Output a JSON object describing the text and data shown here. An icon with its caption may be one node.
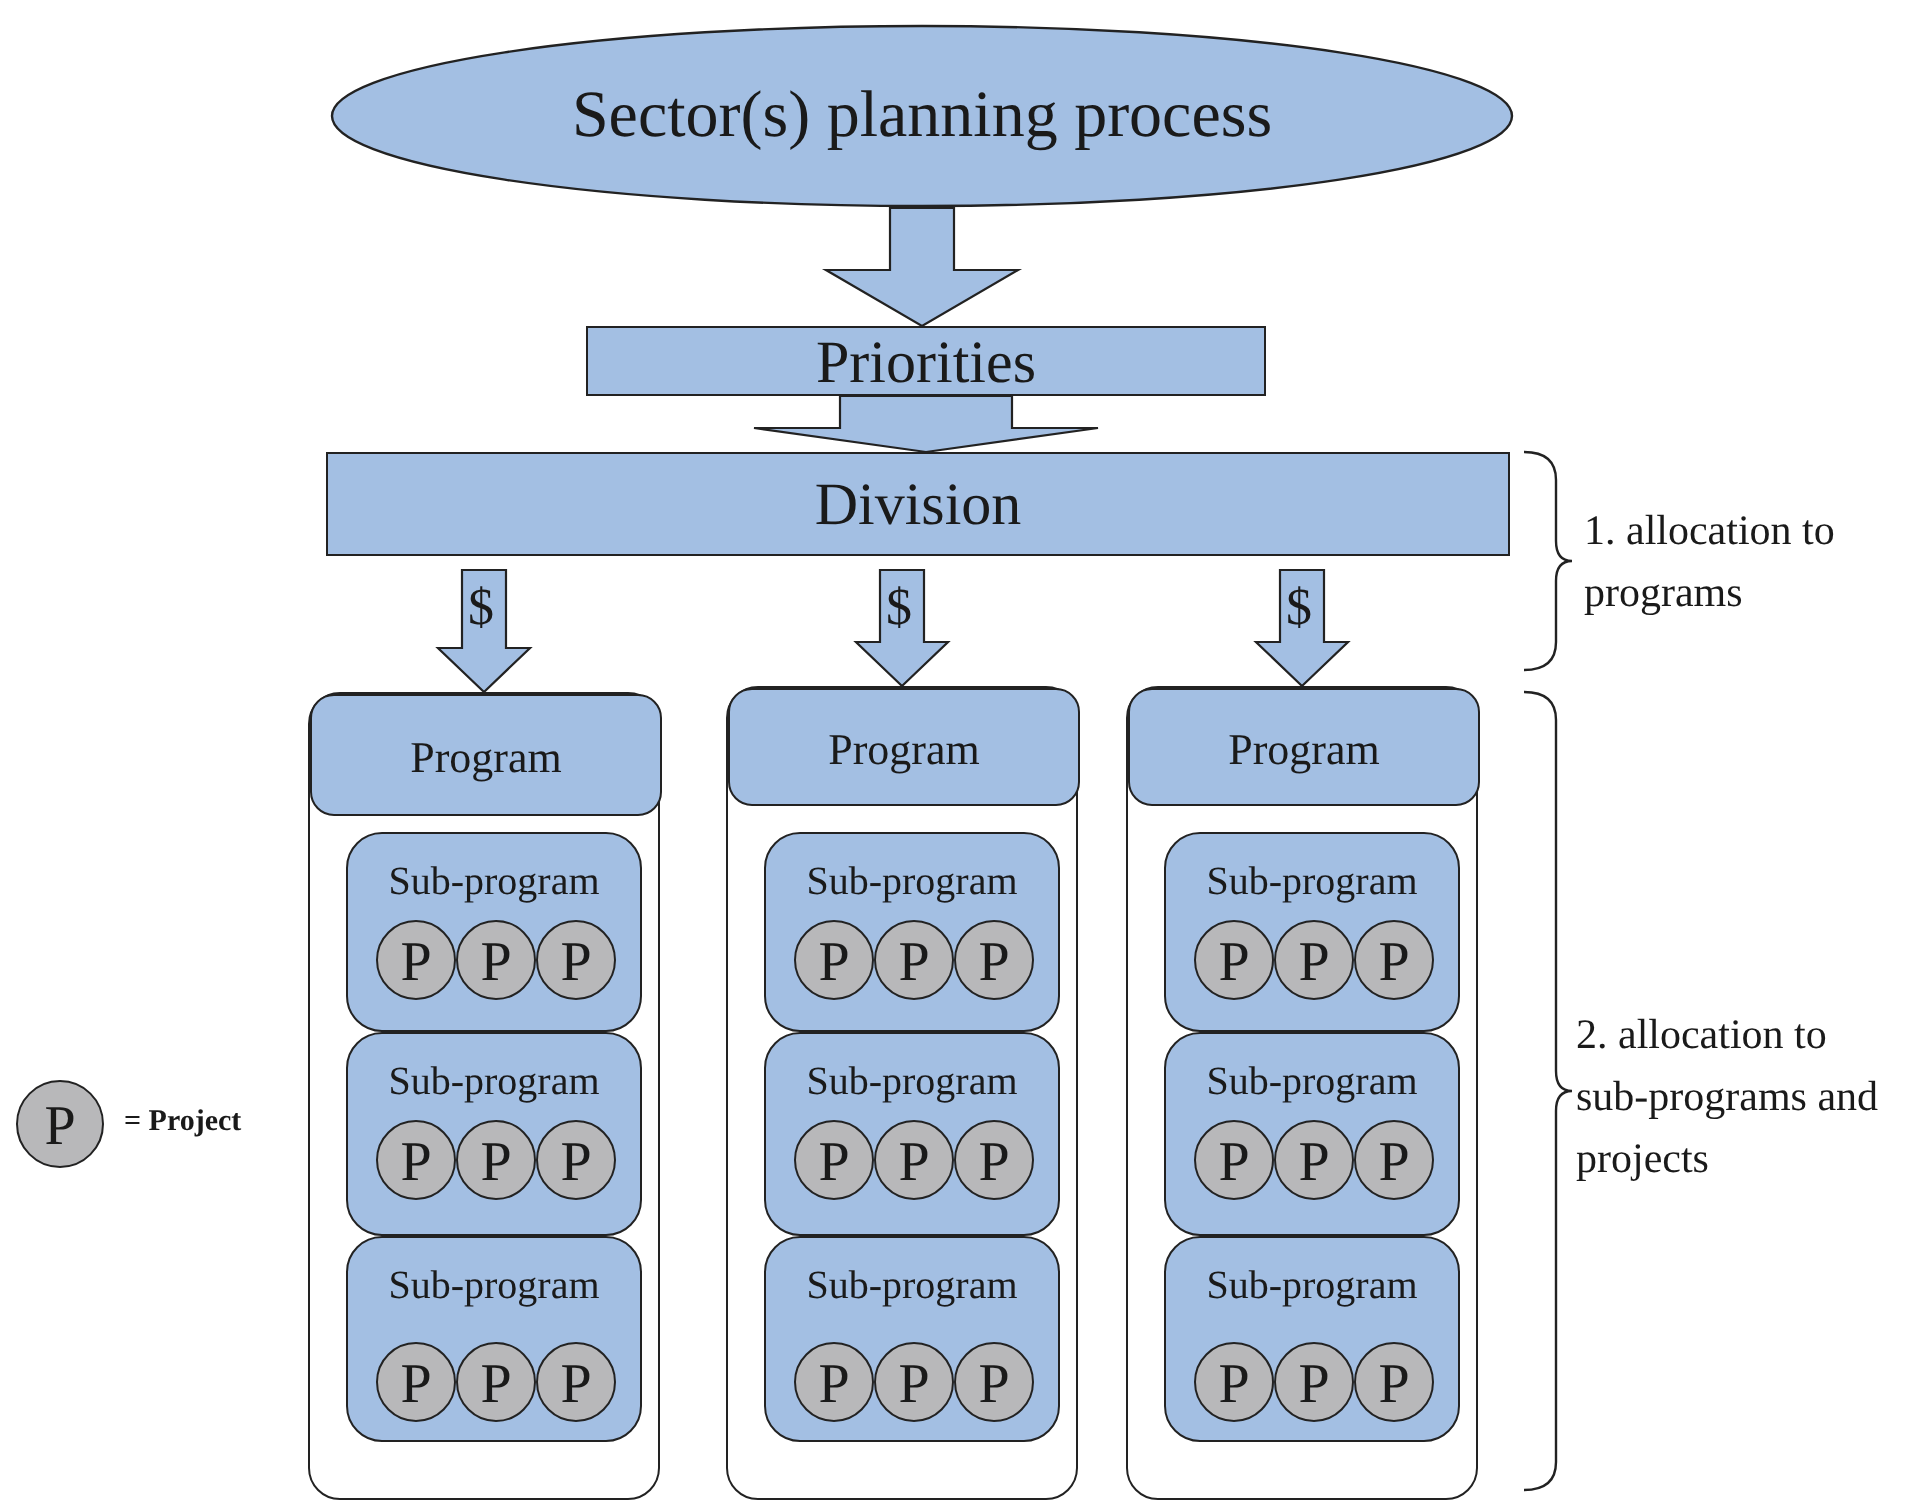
{
  "diagram": {
    "nodes": [
      {
        "text": [
          "Sector(s) planning process"
        ]
      },
      {
        "text": [
          "Priorities"
        ]
      },
      {
        "text": [
          "Division"
        ]
      },
      {
        "text": [],
        "shape": "box"
      },
      {
        "text": [
          "Program"
        ],
        "in": 3
      },
      {
        "text": [
          "Sub-program"
        ],
        "in": 3
      },
      {
        "text": [
          "P"
        ],
        "in": 5
      },
      {
        "text": [
          "P"
        ],
        "in": 5
      },
      {
        "text": [
          "P"
        ],
        "in": 5
      },
      {
        "text": [
          "Sub-program"
        ],
        "in": 3
      },
      {
        "text": [
          "P"
        ],
        "in": 9
      },
      {
        "text": [
          "P"
        ],
        "in": 9
      },
      {
        "text": [
          "P"
        ],
        "in": 9
      },
      {
        "text": [
          "Sub-program"
        ],
        "in": 3
      },
      {
        "text": [
          "P"
        ],
        "in": 13
      },
      {
        "text": [
          "P"
        ],
        "in": 13
      },
      {
        "text": [
          "P"
        ],
        "in": 13
      },
      {
        "text": [],
        "shape": "box"
      },
      {
        "text": [
          "Program"
        ],
        "in": 17
      },
      {
        "text": [
          "Sub-program"
        ],
        "in": 17
      },
      {
        "text": [
          "P"
        ],
        "in": 19
      },
      {
        "text": [
          "P"
        ],
        "in": 19
      },
      {
        "text": [
          "P"
        ],
        "in": 19
      },
      {
        "text": [
          "Sub-program"
        ],
        "in": 17
      },
      {
        "text": [
          "P"
        ],
        "in": 23
      },
      {
        "text": [
          "P"
        ],
        "in": 23
      },
      {
        "text": [
          "P"
        ],
        "in": 23
      },
      {
        "text": [
          "Sub-program"
        ],
        "in": 17
      },
      {
        "text": [
          "P"
        ],
        "in": 27
      },
      {
        "text": [
          "P"
        ],
        "in": 27
      },
      {
        "text": [
          "P"
        ],
        "in": 27
      },
      {
        "text": [],
        "shape": "box"
      },
      {
        "text": [
          "Program"
        ],
        "in": 31
      },
      {
        "text": [
          "Sub-program"
        ],
        "in": 31
      },
      {
        "text": [
          "P"
        ],
        "in": 33
      },
      {
        "text": [
          "P"
        ],
        "in": 33
      },
      {
        "text": [
          "P"
        ],
        "in": 33
      },
      {
        "text": [
          "Sub-program"
        ],
        "in": 31
      },
      {
        "text": [
          "P"
        ],
        "in": 37
      },
      {
        "text": [
          "P"
        ],
        "in": 37
      },
      {
        "text": [
          "P"
        ],
        "in": 37
      },
      {
        "text": [
          "Sub-program"
        ],
        "in": 31
      },
      {
        "text": [
          "P"
        ],
        "in": 41
      },
      {
        "text": [
          "P"
        ],
        "in": 41
      },
      {
        "text": [
          "P"
        ],
        "in": 41
      },
      {
        "text": [
          "P"
        ],
        "beside": [
          "= Project"
        ]
      }
    ],
    "edges": [
      {
        "from": 0,
        "to": 1,
        "arrow": "to"
      },
      {
        "from": 1,
        "to": 2,
        "arrow": "to"
      },
      {
        "from": 2,
        "to": 4,
        "label": "$",
        "arrow": "to"
      },
      {
        "from": 2,
        "to": 18,
        "label": "$",
        "arrow": "to"
      },
      {
        "from": 2,
        "to": 32,
        "label": "$",
        "arrow": "to"
      }
    ],
    "labels": [
      "1. allocation to programs",
      "2. allocation to sub-programs and projects"
    ]
  }
}
